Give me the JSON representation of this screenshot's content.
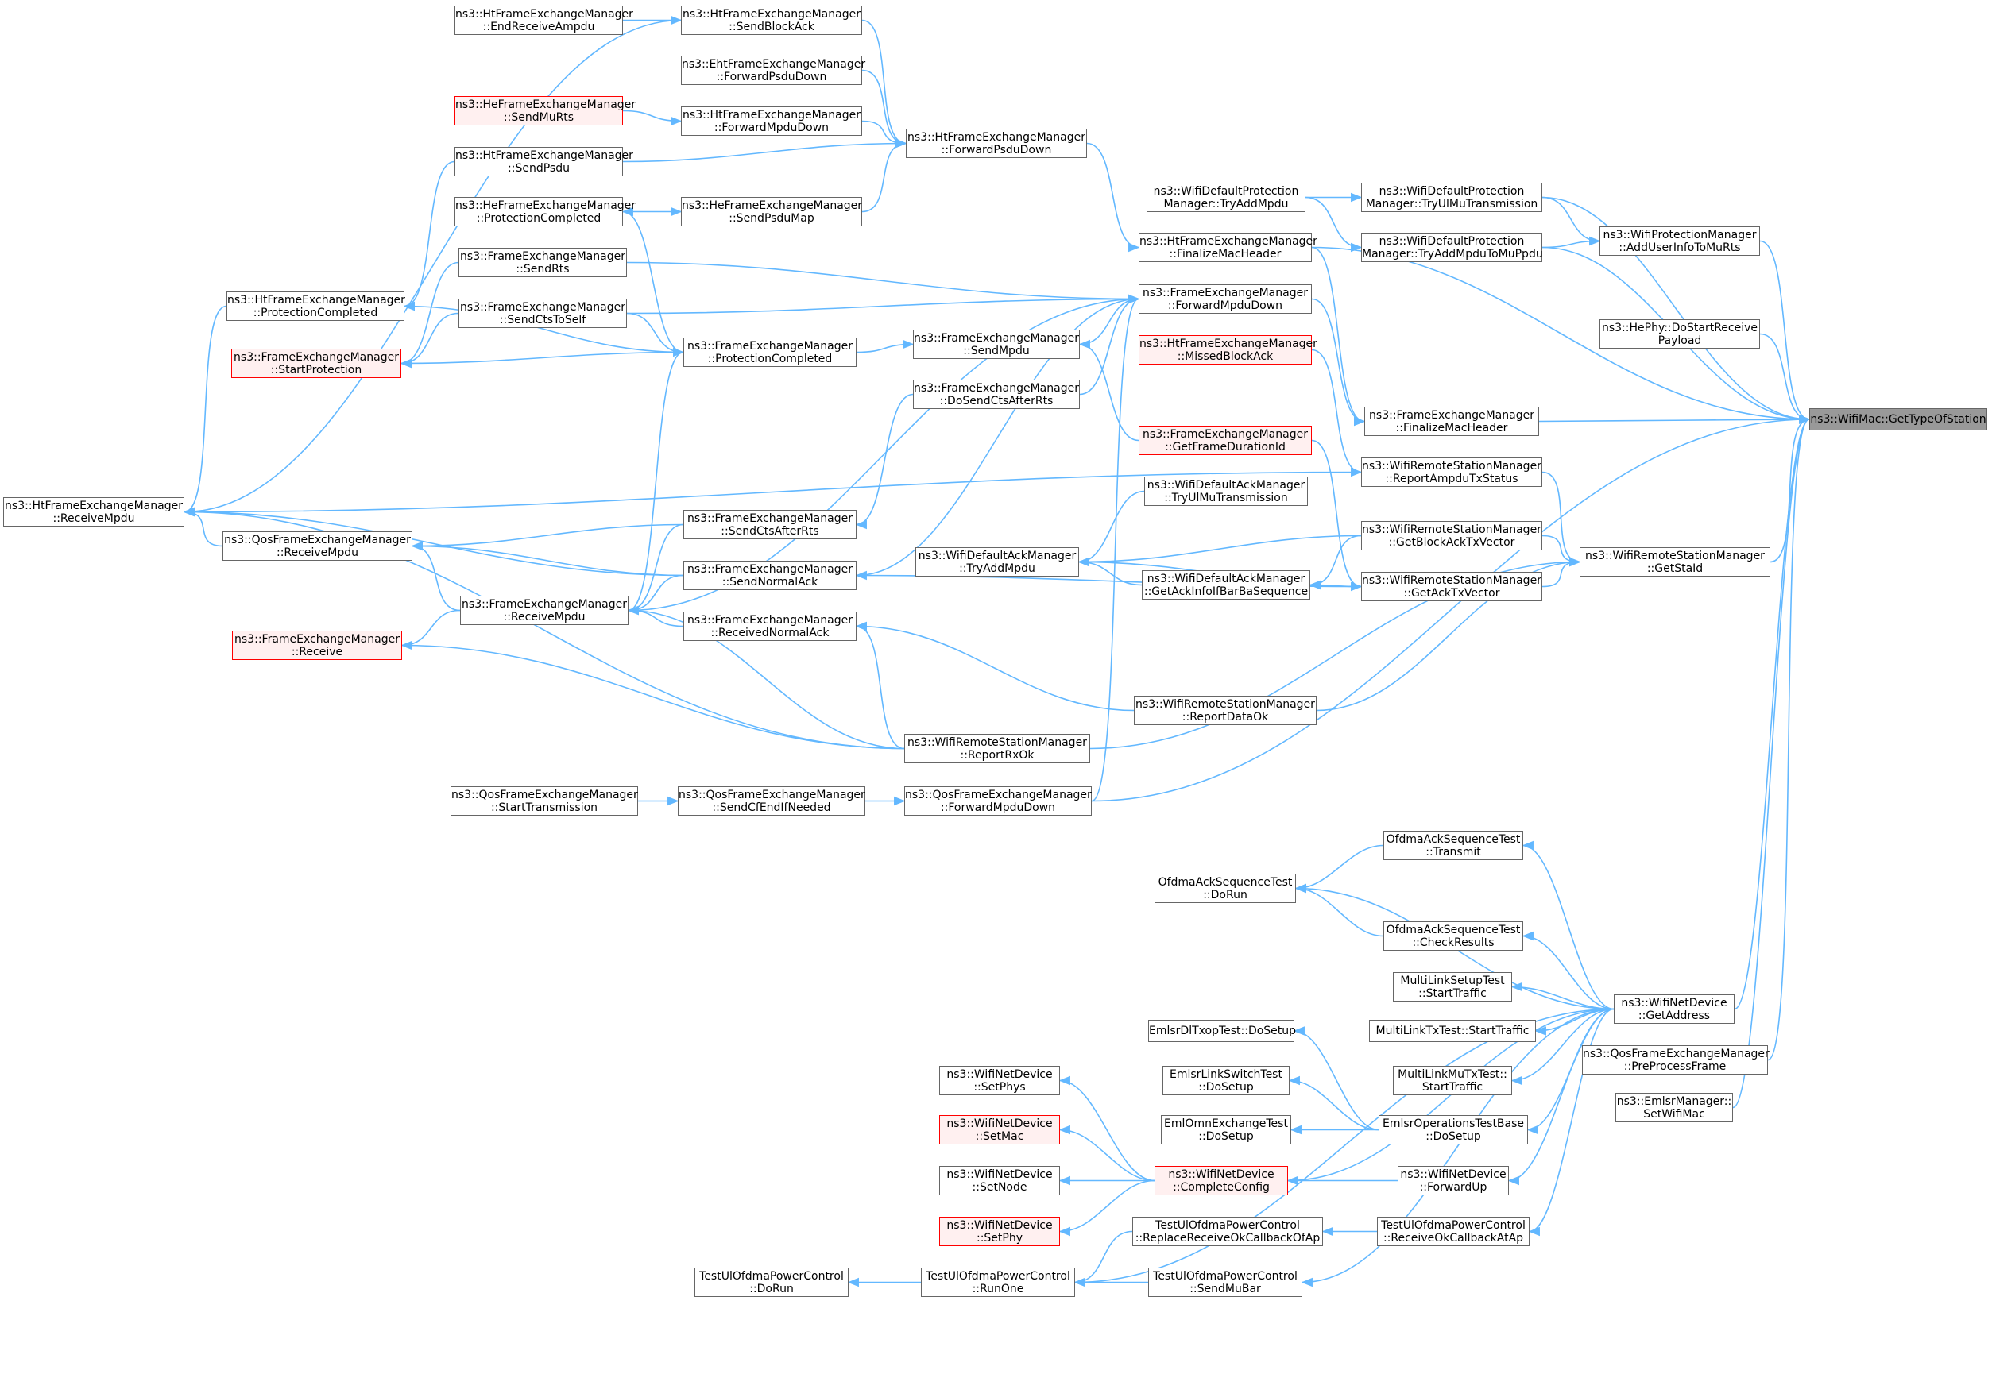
{
  "root": {
    "id": "GetTypeOfStation",
    "label": [
      "ns3::WifiMac::GetTypeOfStation"
    ]
  },
  "colors": {
    "edge": "#63b8ff",
    "node_border": "#666666",
    "red_border": "#ff0000",
    "red_fill": "#fff0f0",
    "root_fill": "#999999"
  },
  "nodes": [
    {
      "id": "HtEndRecvAmpdu",
      "label": [
        "ns3::HtFrameExchangeManager",
        "::EndReceiveAmpdu"
      ]
    },
    {
      "id": "HtSendBlockAck",
      "label": [
        "ns3::HtFrameExchangeManager",
        "::SendBlockAck"
      ]
    },
    {
      "id": "EhtFwdPsduDown",
      "label": [
        "ns3::EhtFrameExchangeManager",
        "::ForwardPsduDown"
      ]
    },
    {
      "id": "HeSendMuRts",
      "label": [
        "ns3::HeFrameExchangeManager",
        "::SendMuRts"
      ],
      "red": true
    },
    {
      "id": "HtFwdMpduDown",
      "label": [
        "ns3::HtFrameExchangeManager",
        "::ForwardMpduDown"
      ]
    },
    {
      "id": "HtFwdPsduDown",
      "label": [
        "ns3::HtFrameExchangeManager",
        "::ForwardPsduDown"
      ]
    },
    {
      "id": "HtSendPsdu",
      "label": [
        "ns3::HtFrameExchangeManager",
        "::SendPsdu"
      ]
    },
    {
      "id": "HeProtCompleted",
      "label": [
        "ns3::HeFrameExchangeManager",
        "::ProtectionCompleted"
      ]
    },
    {
      "id": "HeSendPsduMap",
      "label": [
        "ns3::HeFrameExchangeManager",
        "::SendPsduMap"
      ]
    },
    {
      "id": "WdpTryAddMpdu",
      "label": [
        "ns3::WifiDefaultProtection",
        "Manager::TryAddMpdu"
      ]
    },
    {
      "id": "WdpTryUlMu",
      "label": [
        "ns3::WifiDefaultProtection",
        "Manager::TryUlMuTransmission"
      ]
    },
    {
      "id": "HtFinalizeMacHeader",
      "label": [
        "ns3::HtFrameExchangeManager",
        "::FinalizeMacHeader"
      ]
    },
    {
      "id": "WdpTryAddMpduToMuPpdu",
      "label": [
        "ns3::WifiDefaultProtection",
        "Manager::TryAddMpduToMuPpdu"
      ]
    },
    {
      "id": "WpmAddUserInfo",
      "label": [
        "ns3::WifiProtectionManager",
        "::AddUserInfoToMuRts"
      ]
    },
    {
      "id": "FemSendRts",
      "label": [
        "ns3::FrameExchangeManager",
        "::SendRts"
      ]
    },
    {
      "id": "HtProtCompleted",
      "label": [
        "ns3::HtFrameExchangeManager",
        "::ProtectionCompleted"
      ]
    },
    {
      "id": "FemFwdMpduDown",
      "label": [
        "ns3::FrameExchangeManager",
        "::ForwardMpduDown"
      ]
    },
    {
      "id": "FemSendCtsToSelf",
      "label": [
        "ns3::FrameExchangeManager",
        "::SendCtsToSelf"
      ]
    },
    {
      "id": "HePhyDoStartRecv",
      "label": [
        "ns3::HePhy::DoStartReceive",
        "Payload"
      ]
    },
    {
      "id": "FemStartProtection",
      "label": [
        "ns3::FrameExchangeManager",
        "::StartProtection"
      ],
      "red": true
    },
    {
      "id": "FemProtCompleted",
      "label": [
        "ns3::FrameExchangeManager",
        "::ProtectionCompleted"
      ]
    },
    {
      "id": "FemSendMpdu",
      "label": [
        "ns3::FrameExchangeManager",
        "::SendMpdu"
      ]
    },
    {
      "id": "HtMissedBlockAck",
      "label": [
        "ns3::HtFrameExchangeManager",
        "::MissedBlockAck"
      ],
      "red": true
    },
    {
      "id": "FemDoSendCts",
      "label": [
        "ns3::FrameExchangeManager",
        "::DoSendCtsAfterRts"
      ]
    },
    {
      "id": "FemFinalizeMacHeader",
      "label": [
        "ns3::FrameExchangeManager",
        "::FinalizeMacHeader"
      ]
    },
    {
      "id": "FemGetFrameDur",
      "label": [
        "ns3::FrameExchangeManager",
        "::GetFrameDurationId"
      ],
      "red": true
    },
    {
      "id": "WrsmReportAmpdu",
      "label": [
        "ns3::WifiRemoteStationManager",
        "::ReportAmpduTxStatus"
      ]
    },
    {
      "id": "HtReceiveMpdu",
      "label": [
        "ns3::HtFrameExchangeManager",
        "::ReceiveMpdu"
      ]
    },
    {
      "id": "WdaTryUlMu",
      "label": [
        "ns3::WifiDefaultAckManager",
        "::TryUlMuTransmission"
      ]
    },
    {
      "id": "FemSendCtsAfterRts",
      "label": [
        "ns3::FrameExchangeManager",
        "::SendCtsAfterRts"
      ]
    },
    {
      "id": "QosReceiveMpdu",
      "label": [
        "ns3::QosFrameExchangeManager",
        "::ReceiveMpdu"
      ]
    },
    {
      "id": "WrsmGetBlockAckTx",
      "label": [
        "ns3::WifiRemoteStationManager",
        "::GetBlockAckTxVector"
      ]
    },
    {
      "id": "WdaTryAddMpdu",
      "label": [
        "ns3::WifiDefaultAckManager",
        "::TryAddMpdu"
      ]
    },
    {
      "id": "WrsmGetStaId",
      "label": [
        "ns3::WifiRemoteStationManager",
        "::GetStaId"
      ]
    },
    {
      "id": "FemSendNormalAck",
      "label": [
        "ns3::FrameExchangeManager",
        "::SendNormalAck"
      ]
    },
    {
      "id": "WdaGetAckInfo",
      "label": [
        "ns3::WifiDefaultAckManager",
        "::GetAckInfoIfBarBaSequence"
      ]
    },
    {
      "id": "WrsmGetAckTx",
      "label": [
        "ns3::WifiRemoteStationManager",
        "::GetAckTxVector"
      ]
    },
    {
      "id": "FemReceiveMpdu",
      "label": [
        "ns3::FrameExchangeManager",
        "::ReceiveMpdu"
      ]
    },
    {
      "id": "FemReceivedNormalAck",
      "label": [
        "ns3::FrameExchangeManager",
        "::ReceivedNormalAck"
      ]
    },
    {
      "id": "FemReceive",
      "label": [
        "ns3::FrameExchangeManager",
        "::Receive"
      ],
      "red": true
    },
    {
      "id": "WrsmReportDataOk",
      "label": [
        "ns3::WifiRemoteStationManager",
        "::ReportDataOk"
      ]
    },
    {
      "id": "WrsmReportRxOk",
      "label": [
        "ns3::WifiRemoteStationManager",
        "::ReportRxOk"
      ]
    },
    {
      "id": "QosStartTx",
      "label": [
        "ns3::QosFrameExchangeManager",
        "::StartTransmission"
      ]
    },
    {
      "id": "QosSendCfEnd",
      "label": [
        "ns3::QosFrameExchangeManager",
        "::SendCfEndIfNeeded"
      ]
    },
    {
      "id": "QosFwdMpduDown",
      "label": [
        "ns3::QosFrameExchangeManager",
        "::ForwardMpduDown"
      ]
    },
    {
      "id": "OfdmaTransmit",
      "label": [
        "OfdmaAckSequenceTest",
        "::Transmit"
      ]
    },
    {
      "id": "OfdmaDoRun",
      "label": [
        "OfdmaAckSequenceTest",
        "::DoRun"
      ]
    },
    {
      "id": "OfdmaCheckResults",
      "label": [
        "OfdmaAckSequenceTest",
        "::CheckResults"
      ]
    },
    {
      "id": "MlSetupStartTraffic",
      "label": [
        "MultiLinkSetupTest",
        "::StartTraffic"
      ]
    },
    {
      "id": "WndGetAddress",
      "label": [
        "ns3::WifiNetDevice",
        "::GetAddress"
      ]
    },
    {
      "id": "EmlsrDlTxop",
      "label": [
        "EmlsrDlTxopTest::DoSetup"
      ]
    },
    {
      "id": "MlTxStartTraffic",
      "label": [
        "MultiLinkTxTest::StartTraffic"
      ]
    },
    {
      "id": "QosPreProcess",
      "label": [
        "ns3::QosFrameExchangeManager",
        "::PreProcessFrame"
      ]
    },
    {
      "id": "WndSetPhys",
      "label": [
        "ns3::WifiNetDevice",
        "::SetPhys"
      ]
    },
    {
      "id": "EmlsrLinkSwitch",
      "label": [
        "EmlsrLinkSwitchTest",
        "::DoSetup"
      ]
    },
    {
      "id": "MlMuTxStartTraffic",
      "label": [
        "MultiLinkMuTxTest::",
        "StartTraffic"
      ]
    },
    {
      "id": "EmlsrMgrSetWifiMac",
      "label": [
        "ns3::EmlsrManager::",
        "SetWifiMac"
      ]
    },
    {
      "id": "WndSetMac",
      "label": [
        "ns3::WifiNetDevice",
        "::SetMac"
      ],
      "red": true
    },
    {
      "id": "EmlOmnExchange",
      "label": [
        "EmlOmnExchangeTest",
        "::DoSetup"
      ]
    },
    {
      "id": "EmlsrOpsDoSetup",
      "label": [
        "EmlsrOperationsTestBase",
        "::DoSetup"
      ]
    },
    {
      "id": "WndSetNode",
      "label": [
        "ns3::WifiNetDevice",
        "::SetNode"
      ]
    },
    {
      "id": "WndCompleteConfig",
      "label": [
        "ns3::WifiNetDevice",
        "::CompleteConfig"
      ],
      "red": true
    },
    {
      "id": "WndForwardUp",
      "label": [
        "ns3::WifiNetDevice",
        "::ForwardUp"
      ]
    },
    {
      "id": "WndSetPhy",
      "label": [
        "ns3::WifiNetDevice",
        "::SetPhy"
      ],
      "red": true
    },
    {
      "id": "TupcReplaceRecv",
      "label": [
        "TestUlOfdmaPowerControl",
        "::ReplaceReceiveOkCallbackOfAp"
      ]
    },
    {
      "id": "TupcRecvAtAp",
      "label": [
        "TestUlOfdmaPowerControl",
        "::ReceiveOkCallbackAtAp"
      ]
    },
    {
      "id": "TupcDoRun",
      "label": [
        "TestUlOfdmaPowerControl",
        "::DoRun"
      ]
    },
    {
      "id": "TupcRunOne",
      "label": [
        "TestUlOfdmaPowerControl",
        "::RunOne"
      ]
    },
    {
      "id": "TupcSendMuBar",
      "label": [
        "TestUlOfdmaPowerControl",
        "::SendMuBar"
      ]
    }
  ],
  "edges": [
    [
      "HtEndRecvAmpdu",
      "HtSendBlockAck"
    ],
    [
      "HtSendBlockAck",
      "HtFwdPsduDown"
    ],
    [
      "EhtFwdPsduDown",
      "HtFwdPsduDown"
    ],
    [
      "HeSendMuRts",
      "HtFwdMpduDown"
    ],
    [
      "HtFwdMpduDown",
      "HtFwdPsduDown"
    ],
    [
      "HtSendPsdu",
      "HtFwdPsduDown"
    ],
    [
      "HeSendPsduMap",
      "HtFwdPsduDown"
    ],
    [
      "HeProtCompleted",
      "HeSendPsduMap"
    ],
    [
      "HtFwdPsduDown",
      "HtFinalizeMacHeader"
    ],
    [
      "WdpTryAddMpdu",
      "WdpTryUlMu"
    ],
    [
      "WdpTryAddMpdu",
      "WdpTryAddMpduToMuPpdu"
    ],
    [
      "WdpTryUlMu",
      "WpmAddUserInfo"
    ],
    [
      "WdpTryAddMpduToMuPpdu",
      "WpmAddUserInfo"
    ],
    [
      "WdpTryUlMu",
      "GetTypeOfStation"
    ],
    [
      "WpmAddUserInfo",
      "GetTypeOfStation"
    ],
    [
      "WdpTryAddMpduToMuPpdu",
      "GetTypeOfStation"
    ],
    [
      "HtFinalizeMacHeader",
      "GetTypeOfStation"
    ],
    [
      "HtFinalizeMacHeader",
      "FemFinalizeMacHeader"
    ],
    [
      "HePhyDoStartRecv",
      "GetTypeOfStation"
    ],
    [
      "FemFinalizeMacHeader",
      "GetTypeOfStation"
    ],
    [
      "FemFwdMpduDown",
      "FemFinalizeMacHeader"
    ],
    [
      "FemSendRts",
      "FemFwdMpduDown"
    ],
    [
      "FemSendCtsToSelf",
      "FemFwdMpduDown"
    ],
    [
      "FemSendMpdu",
      "FemFwdMpduDown"
    ],
    [
      "FemDoSendCts",
      "FemFwdMpduDown"
    ],
    [
      "FemSendNormalAck",
      "FemFwdMpduDown"
    ],
    [
      "QosFwdMpduDown",
      "FemFwdMpduDown"
    ],
    [
      "FemReceiveMpdu",
      "FemFwdMpduDown"
    ],
    [
      "HtSendPsdu",
      "HtProtCompleted"
    ],
    [
      "FemSendRts",
      "FemStartProtection"
    ],
    [
      "FemSendCtsToSelf",
      "FemStartProtection"
    ],
    [
      "HtProtCompleted",
      "HtReceiveMpdu"
    ],
    [
      "HtSendBlockAck",
      "HtReceiveMpdu"
    ],
    [
      "FemProtCompleted",
      "FemSendMpdu"
    ],
    [
      "FemProtCompleted",
      "HtProtCompleted"
    ],
    [
      "FemProtCompleted",
      "FemStartProtection"
    ],
    [
      "FemProtCompleted",
      "HeProtCompleted"
    ],
    [
      "FemProtCompleted",
      "FemReceiveMpdu"
    ],
    [
      "FemSendCtsToSelf",
      "FemProtCompleted"
    ],
    [
      "FemGetFrameDur",
      "FemSendMpdu"
    ],
    [
      "FemGetFrameDur",
      "WrsmGetAckTx"
    ],
    [
      "HtMissedBlockAck",
      "WrsmReportAmpdu"
    ],
    [
      "WrsmReportAmpdu",
      "WrsmGetStaId"
    ],
    [
      "WrsmReportAmpdu",
      "HtReceiveMpdu"
    ],
    [
      "FemDoSendCts",
      "FemSendCtsAfterRts"
    ],
    [
      "FemSendCtsAfterRts",
      "QosReceiveMpdu"
    ],
    [
      "FemSendCtsAfterRts",
      "FemReceiveMpdu"
    ],
    [
      "QosReceiveMpdu",
      "HtReceiveMpdu"
    ],
    [
      "FemSendNormalAck",
      "QosReceiveMpdu"
    ],
    [
      "FemSendNormalAck",
      "FemReceiveMpdu"
    ],
    [
      "FemSendNormalAck",
      "HtReceiveMpdu"
    ],
    [
      "FemReceiveMpdu",
      "QosReceiveMpdu"
    ],
    [
      "FemReceiveMpdu",
      "FemReceive"
    ],
    [
      "FemReceivedNormalAck",
      "FemReceiveMpdu"
    ],
    [
      "WdaTryUlMu",
      "WdaTryAddMpdu"
    ],
    [
      "WrsmGetBlockAckTx",
      "WdaTryAddMpdu"
    ],
    [
      "WrsmGetBlockAckTx",
      "WdaGetAckInfo"
    ],
    [
      "WrsmGetBlockAckTx",
      "WrsmGetStaId"
    ],
    [
      "WdaGetAckInfo",
      "WdaTryAddMpdu"
    ],
    [
      "WrsmGetAckTx",
      "WdaGetAckInfo"
    ],
    [
      "WrsmGetAckTx",
      "WdaTryAddMpdu"
    ],
    [
      "WrsmGetAckTx",
      "FemSendNormalAck"
    ],
    [
      "WrsmGetAckTx",
      "WrsmGetStaId"
    ],
    [
      "WrsmGetStaId",
      "GetTypeOfStation"
    ],
    [
      "WrsmReportDataOk",
      "WrsmGetStaId"
    ],
    [
      "WrsmReportDataOk",
      "FemReceivedNormalAck"
    ],
    [
      "WrsmReportRxOk",
      "WrsmGetStaId"
    ],
    [
      "WrsmReportRxOk",
      "FemReceive"
    ],
    [
      "WrsmReportRxOk",
      "FemReceiveMpdu"
    ],
    [
      "WrsmReportRxOk",
      "HtReceiveMpdu"
    ],
    [
      "WrsmReportRxOk",
      "FemReceivedNormalAck"
    ],
    [
      "QosStartTx",
      "QosSendCfEnd"
    ],
    [
      "QosSendCfEnd",
      "QosFwdMpduDown"
    ],
    [
      "QosFwdMpduDown",
      "GetTypeOfStation"
    ],
    [
      "OfdmaTransmit",
      "OfdmaDoRun"
    ],
    [
      "OfdmaCheckResults",
      "OfdmaDoRun"
    ],
    [
      "WndGetAddress",
      "OfdmaTransmit"
    ],
    [
      "WndGetAddress",
      "OfdmaDoRun"
    ],
    [
      "WndGetAddress",
      "OfdmaCheckResults"
    ],
    [
      "WndGetAddress",
      "MlSetupStartTraffic"
    ],
    [
      "WndGetAddress",
      "MlTxStartTraffic"
    ],
    [
      "WndGetAddress",
      "MlMuTxStartTraffic"
    ],
    [
      "WndGetAddress",
      "EmlsrOpsDoSetup"
    ],
    [
      "WndGetAddress",
      "WndForwardUp"
    ],
    [
      "WndGetAddress",
      "TupcRecvAtAp"
    ],
    [
      "WndGetAddress",
      "TupcSendMuBar"
    ],
    [
      "WndGetAddress",
      "TupcRunOne"
    ],
    [
      "WndGetAddress",
      "WndCompleteConfig"
    ],
    [
      "WndGetAddress",
      "GetTypeOfStation"
    ],
    [
      "QosPreProcess",
      "GetTypeOfStation"
    ],
    [
      "EmlsrMgrSetWifiMac",
      "GetTypeOfStation"
    ],
    [
      "EmlsrOpsDoSetup",
      "EmlsrDlTxop"
    ],
    [
      "EmlsrOpsDoSetup",
      "EmlsrLinkSwitch"
    ],
    [
      "EmlsrOpsDoSetup",
      "EmlOmnExchange"
    ],
    [
      "WndCompleteConfig",
      "WndSetPhys"
    ],
    [
      "WndCompleteConfig",
      "WndSetMac"
    ],
    [
      "WndCompleteConfig",
      "WndSetNode"
    ],
    [
      "WndCompleteConfig",
      "WndSetPhy"
    ],
    [
      "WndForwardUp",
      "WndCompleteConfig"
    ],
    [
      "TupcRecvAtAp",
      "TupcReplaceRecv"
    ],
    [
      "TupcReplaceRecv",
      "TupcRunOne"
    ],
    [
      "TupcSendMuBar",
      "TupcRunOne"
    ],
    [
      "TupcRunOne",
      "TupcDoRun"
    ]
  ]
}
